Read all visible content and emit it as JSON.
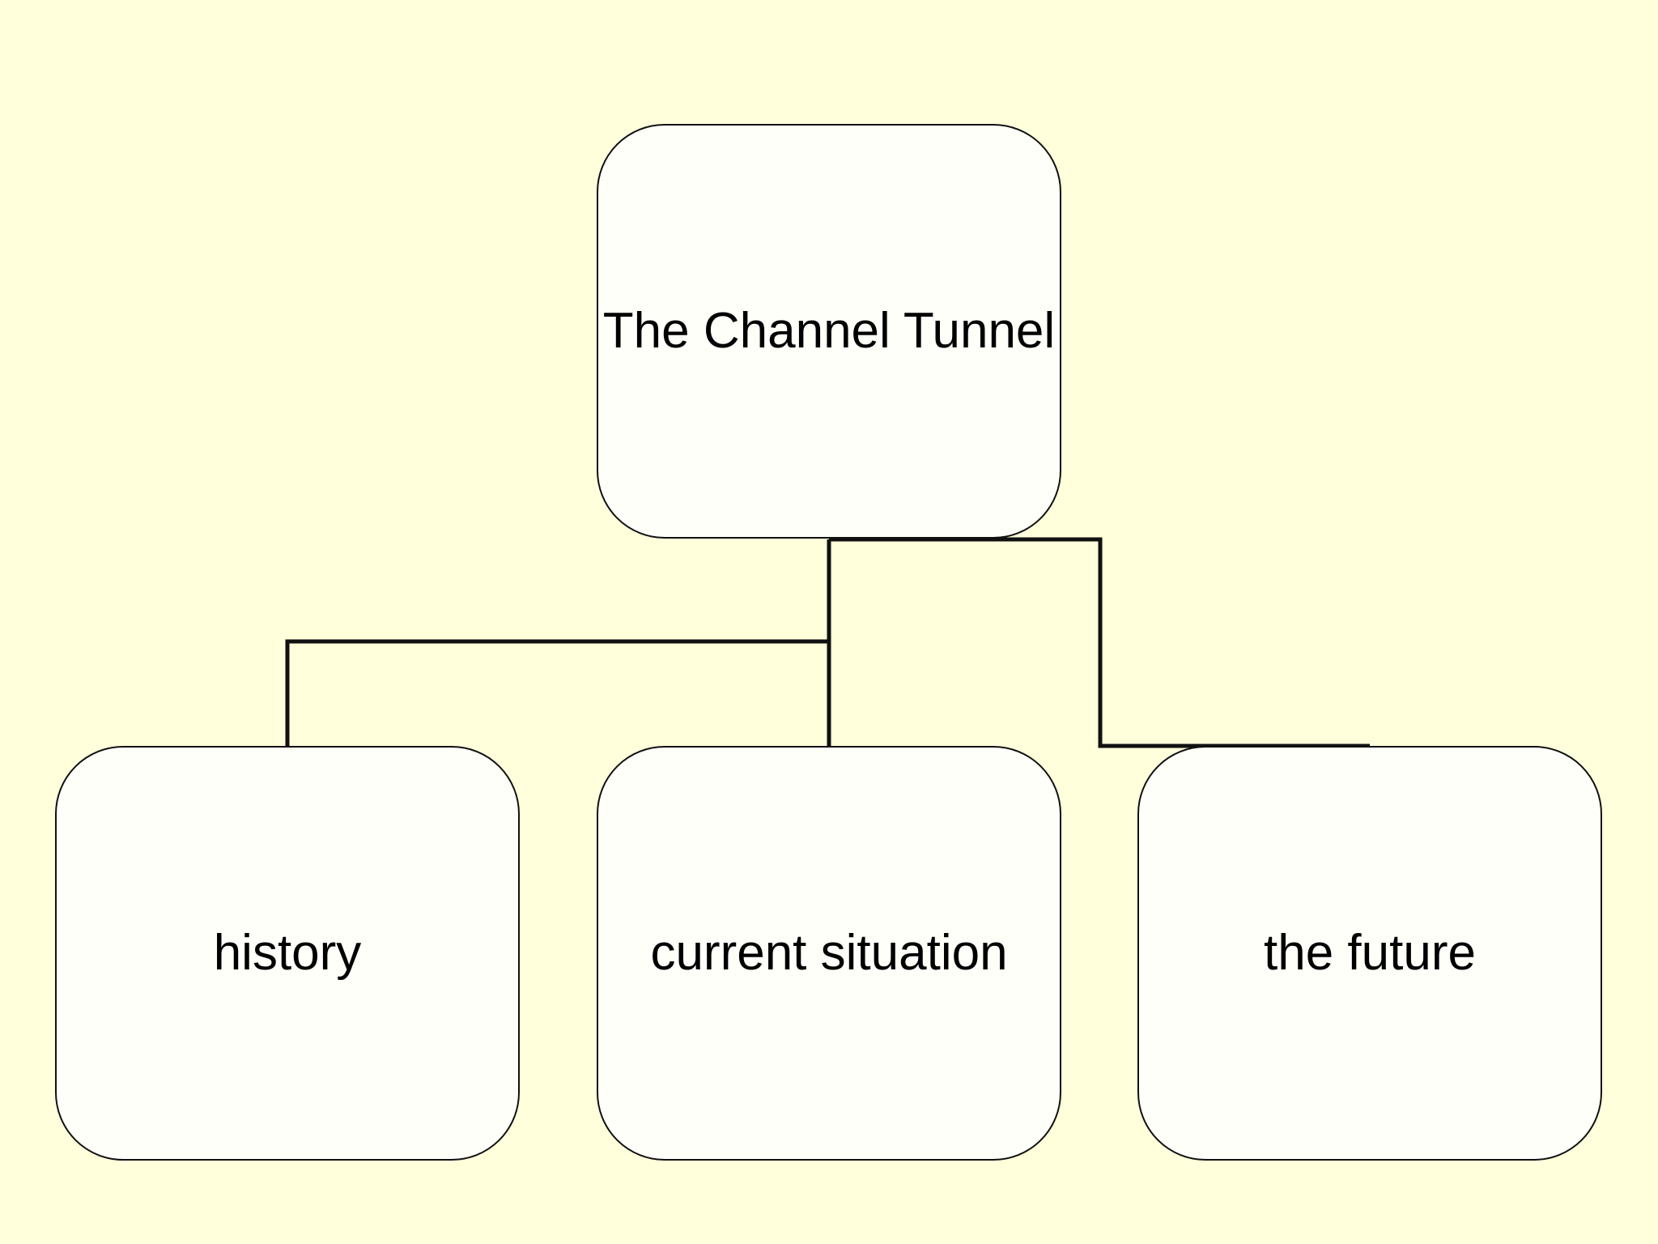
{
  "colors": {
    "background": "#ffffdc",
    "node_fill": "#fffffa",
    "node_border": "#111111",
    "connector": "#111111",
    "text": "#000000"
  },
  "diagram": {
    "root": {
      "label": "The Channel Tunnel"
    },
    "children": [
      {
        "id": "history",
        "label": "history"
      },
      {
        "id": "current",
        "label": "current situation"
      },
      {
        "id": "future",
        "label": "the future"
      }
    ]
  }
}
